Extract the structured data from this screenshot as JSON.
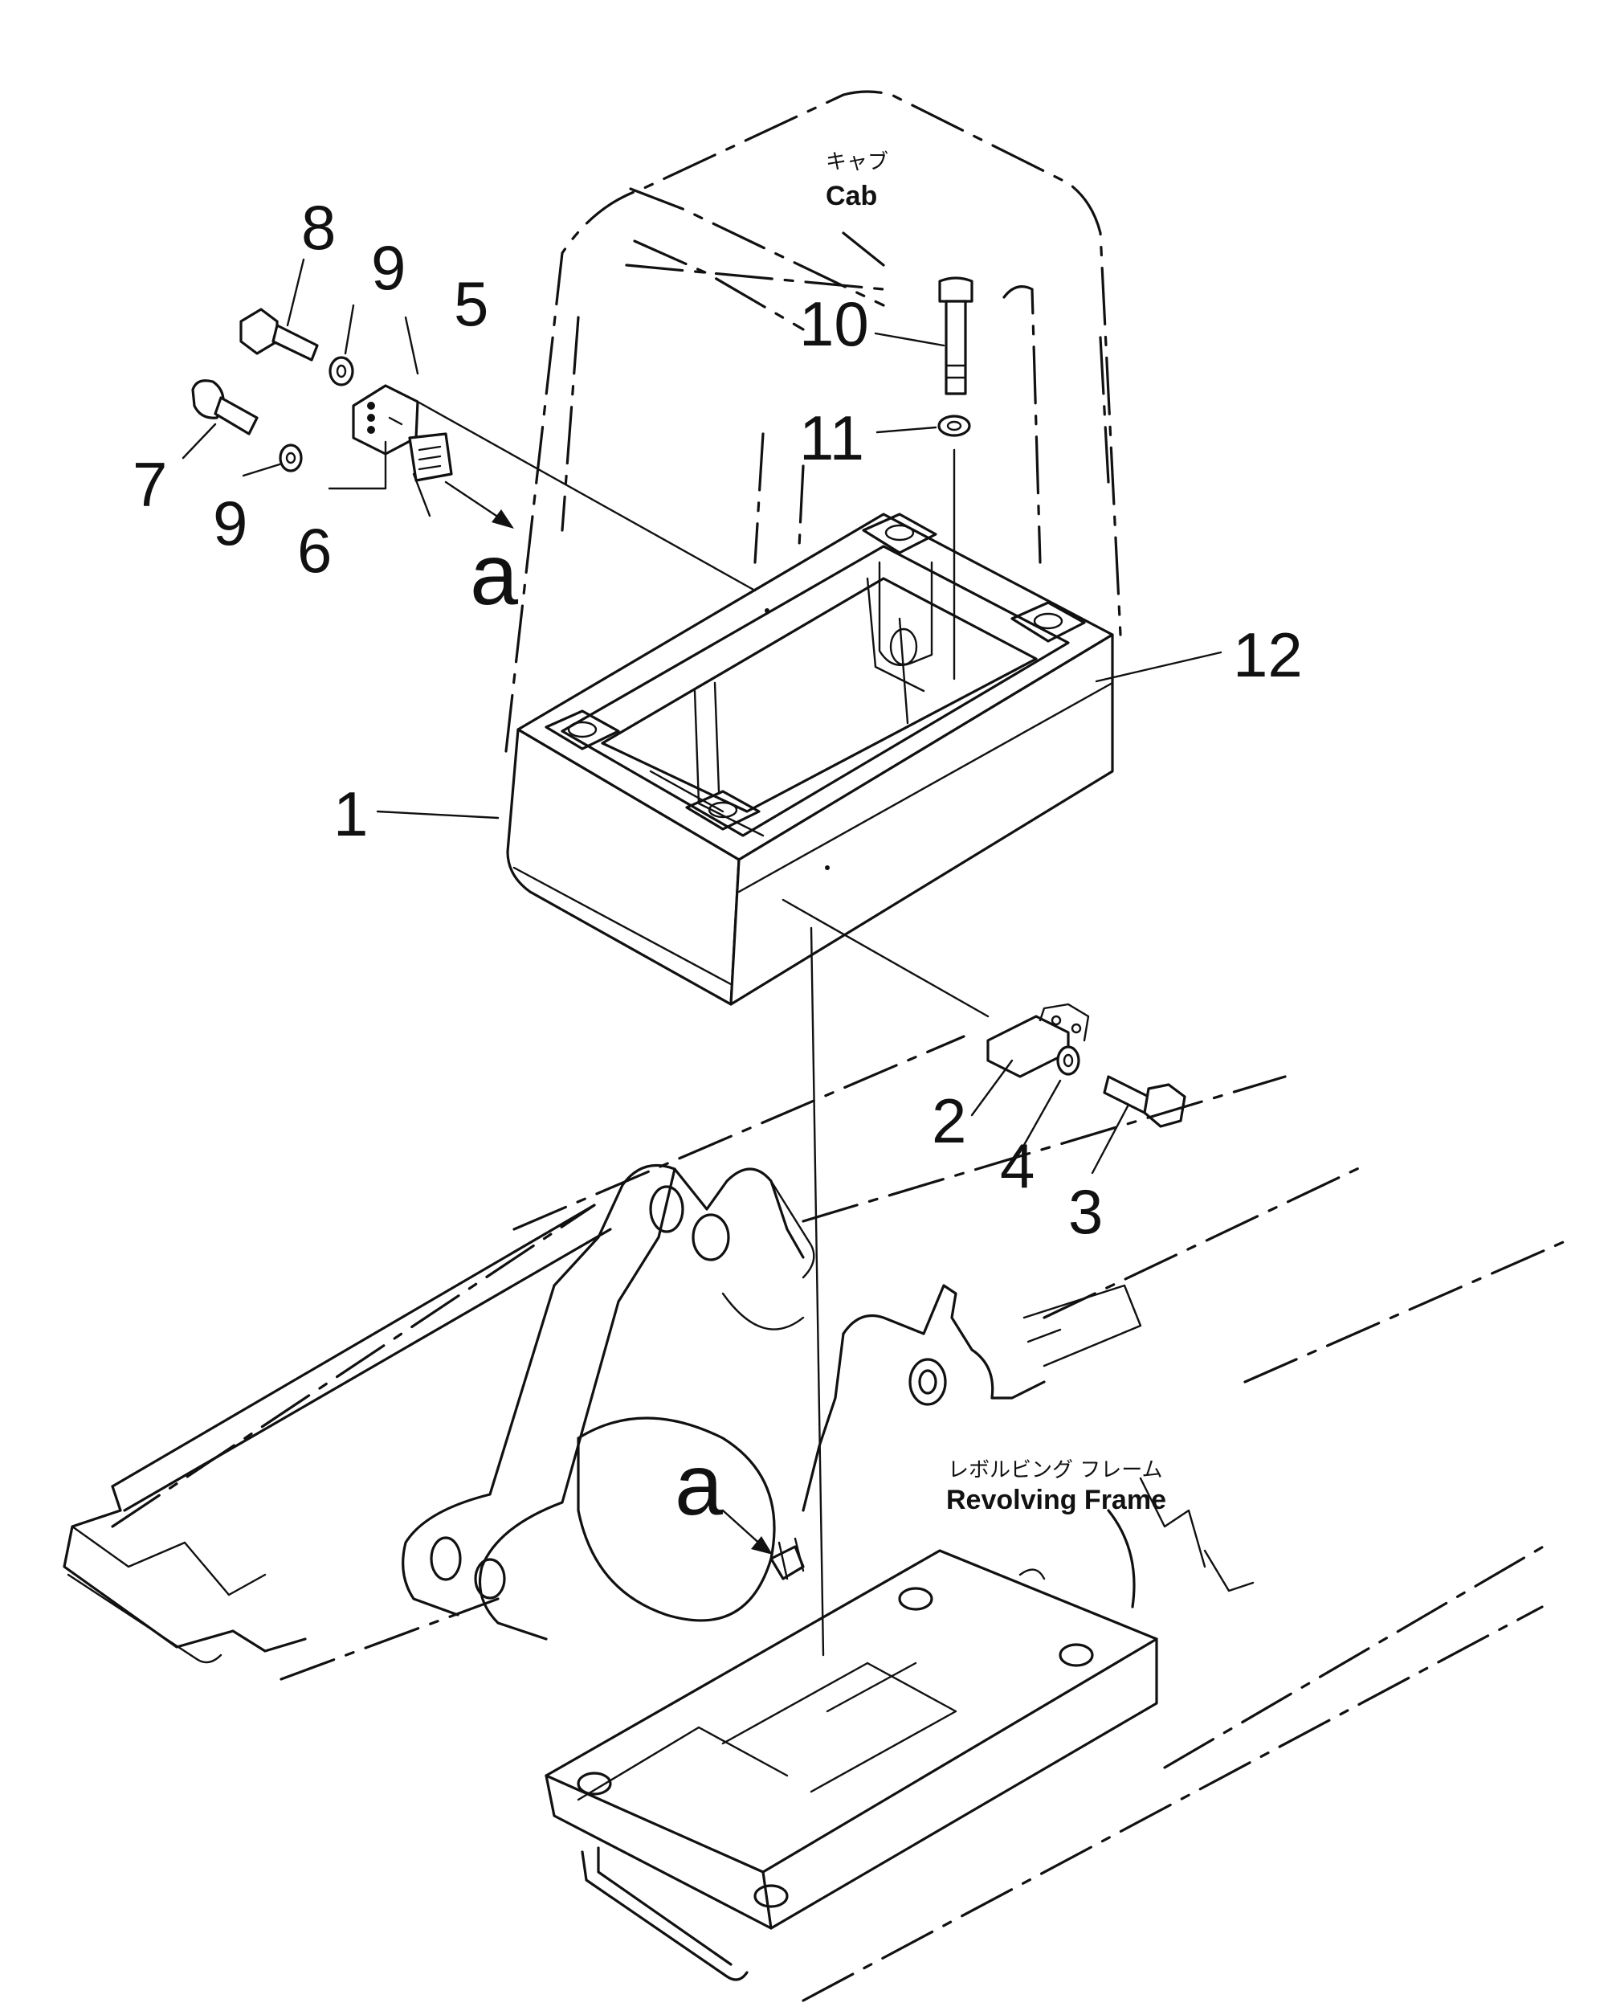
{
  "labels": {
    "cab_jp": "キャブ",
    "cab_en": "Cab",
    "frame_jp": "レボルビング フレーム",
    "frame_en": "Revolving Frame",
    "view_a_top": "a",
    "view_a_bottom": "a"
  },
  "callouts": [
    "1",
    "2",
    "3",
    "4",
    "5",
    "6",
    "7",
    "8",
    "9",
    "9",
    "10",
    "11",
    "12"
  ]
}
